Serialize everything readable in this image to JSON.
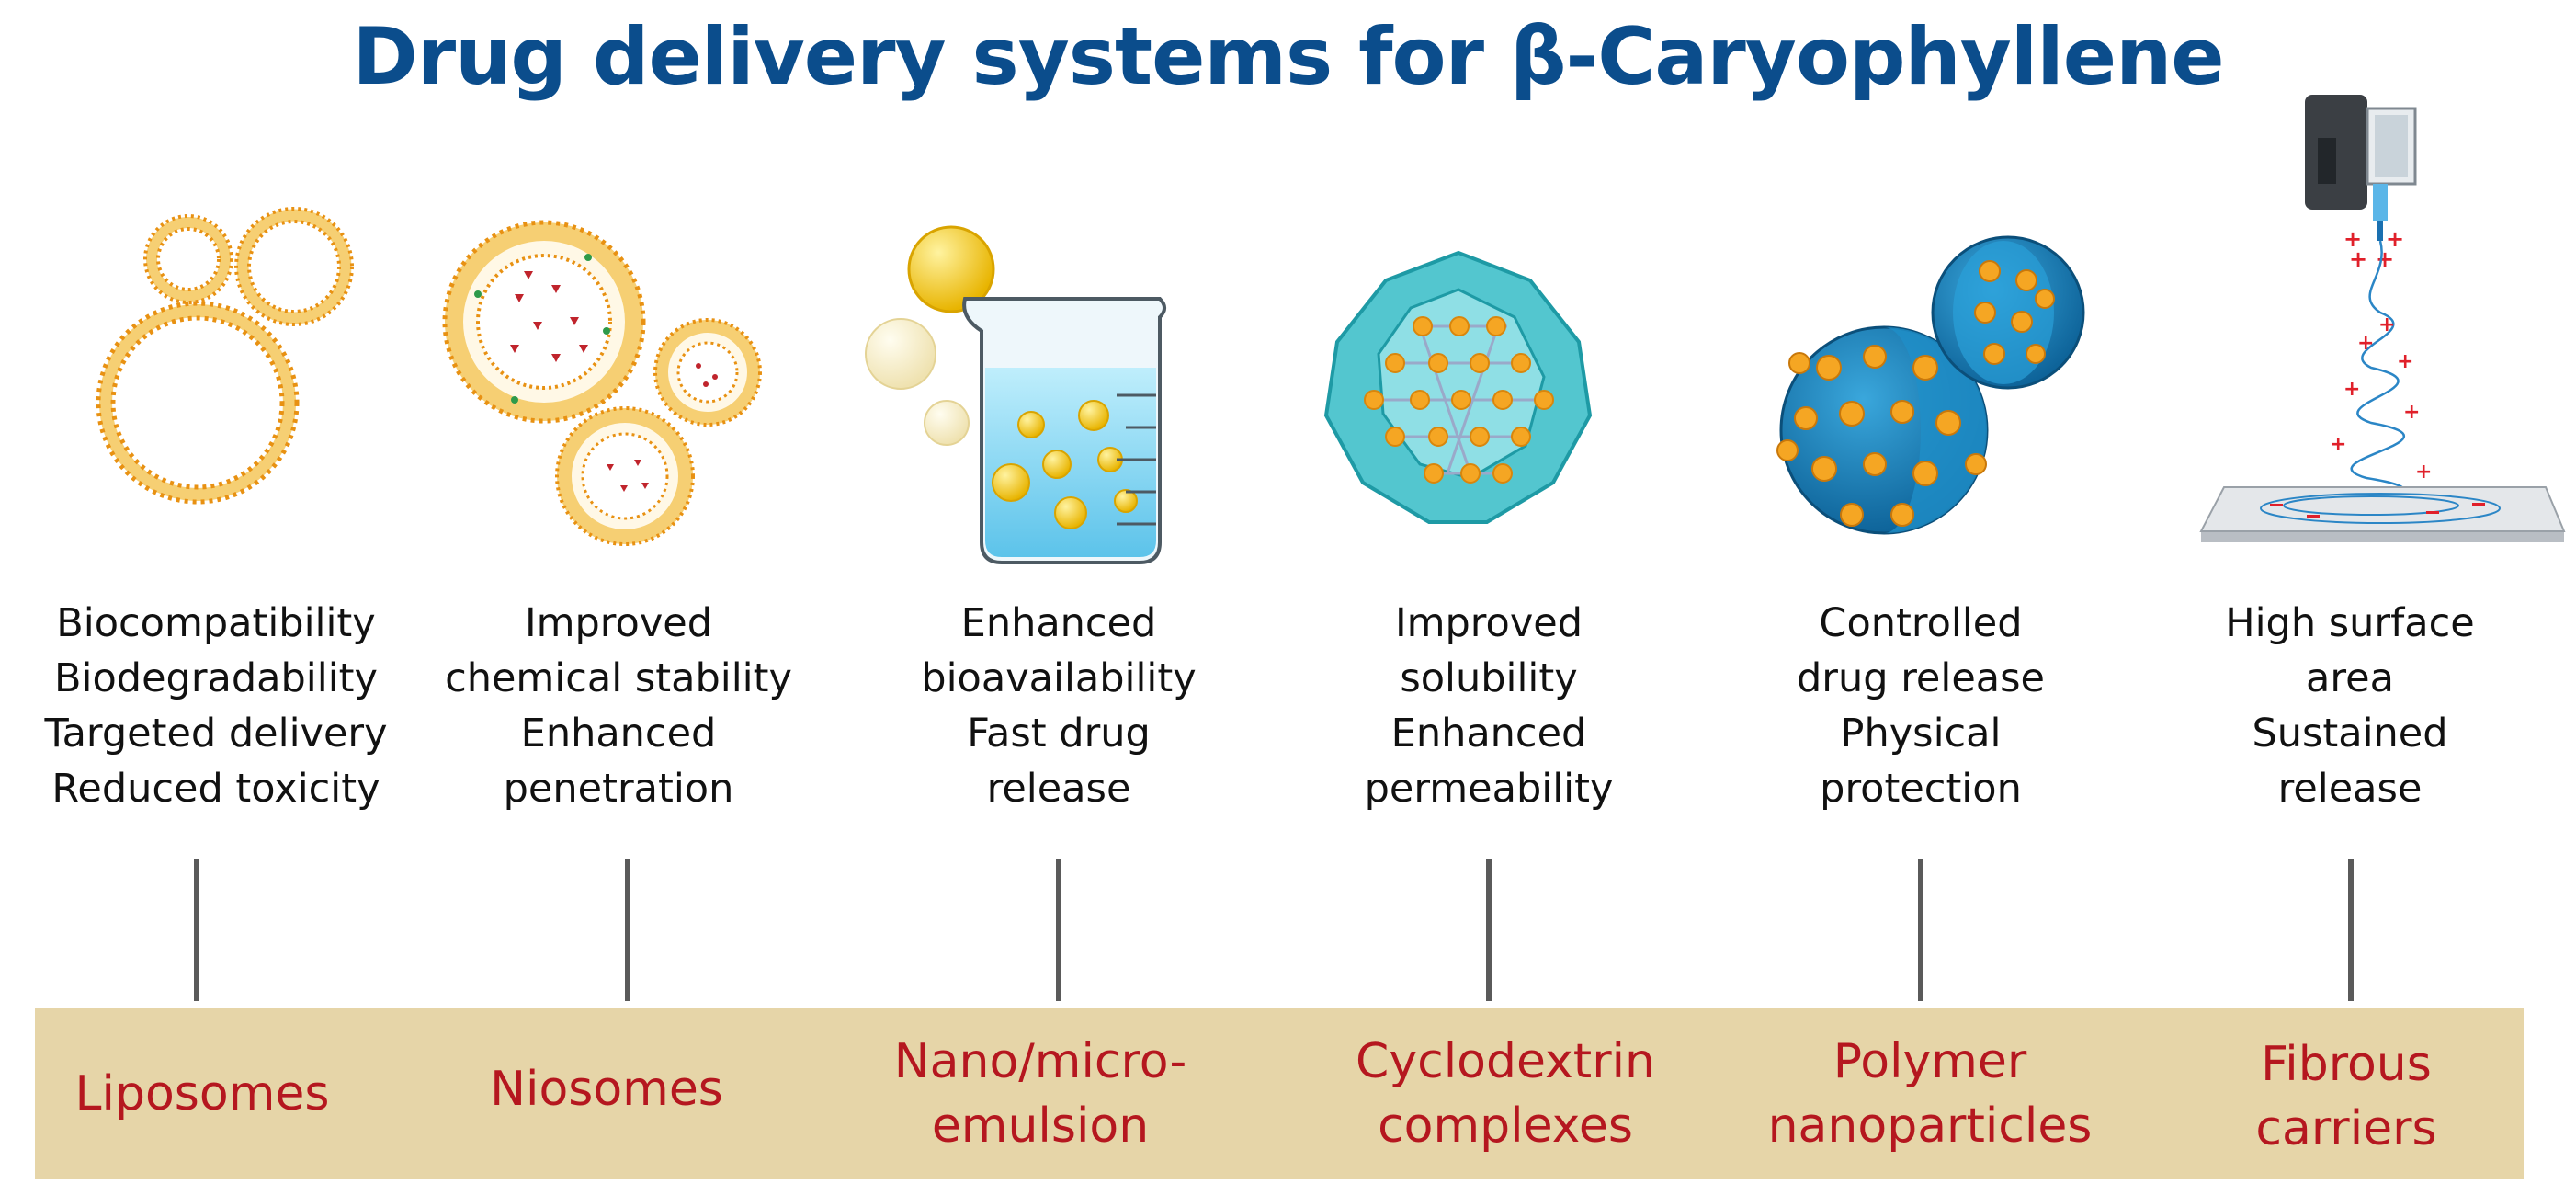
{
  "title": "Drug delivery systems for β-Caryophyllene",
  "colors": {
    "title": "#0b4d8c",
    "label": "#b5171f",
    "band": "#e6d5a8",
    "lipid": "#f3a21c",
    "aqua": "#2fb3c0",
    "polymer": "#1677b3"
  },
  "systems": [
    {
      "icon": "liposome-icon",
      "label": [
        "Liposomes"
      ],
      "benefits": [
        "Biocompatibility",
        "Biodegradability",
        "Targeted delivery",
        "Reduced toxicity"
      ]
    },
    {
      "icon": "niosome-icon",
      "label": [
        "Niosomes"
      ],
      "benefits": [
        "Improved",
        "chemical stability",
        "Enhanced",
        "penetration"
      ]
    },
    {
      "icon": "beaker-emulsion-icon",
      "label": [
        "Nano/micro-",
        "emulsion"
      ],
      "benefits": [
        "Enhanced",
        "bioavailability",
        "Fast drug",
        "release"
      ]
    },
    {
      "icon": "cyclodextrin-cage-icon",
      "label": [
        "Cyclodextrin",
        "complexes"
      ],
      "benefits": [
        "Improved",
        "solubility",
        "Enhanced",
        "permeability"
      ]
    },
    {
      "icon": "polymer-nanoparticle-icon",
      "label": [
        "Polymer",
        "nanoparticles"
      ],
      "benefits": [
        "Controlled",
        "drug release",
        "Physical",
        "protection"
      ]
    },
    {
      "icon": "electrospinning-icon",
      "label": [
        "Fibrous",
        "carriers"
      ],
      "benefits": [
        "High surface",
        "area",
        "Sustained",
        "release"
      ]
    }
  ]
}
